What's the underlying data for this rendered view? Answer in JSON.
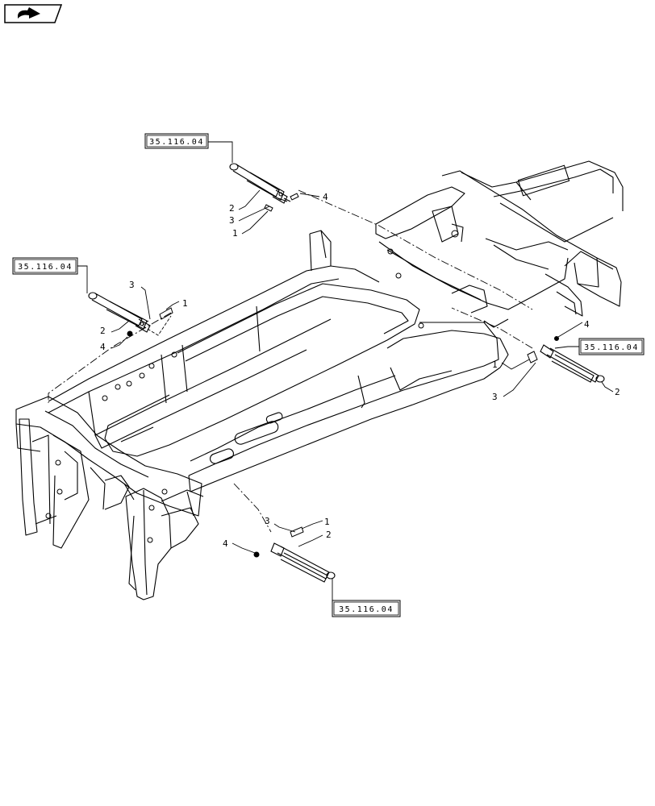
{
  "nav": {
    "icon": "next-page-arrow-icon"
  },
  "refs": {
    "top": "35.116.04",
    "left": "35.116.04",
    "right": "35.116.04",
    "bottom": "35.116.04"
  },
  "callouts": {
    "top": {
      "a": "2",
      "b": "3",
      "c": "1",
      "d": "4"
    },
    "left": {
      "a": "3",
      "b": "1",
      "c": "2",
      "d": "4"
    },
    "right": {
      "a": "4",
      "b": "1",
      "c": "3",
      "d": "2"
    },
    "bottom": {
      "a": "3",
      "b": "1",
      "c": "2",
      "d": "4"
    }
  }
}
